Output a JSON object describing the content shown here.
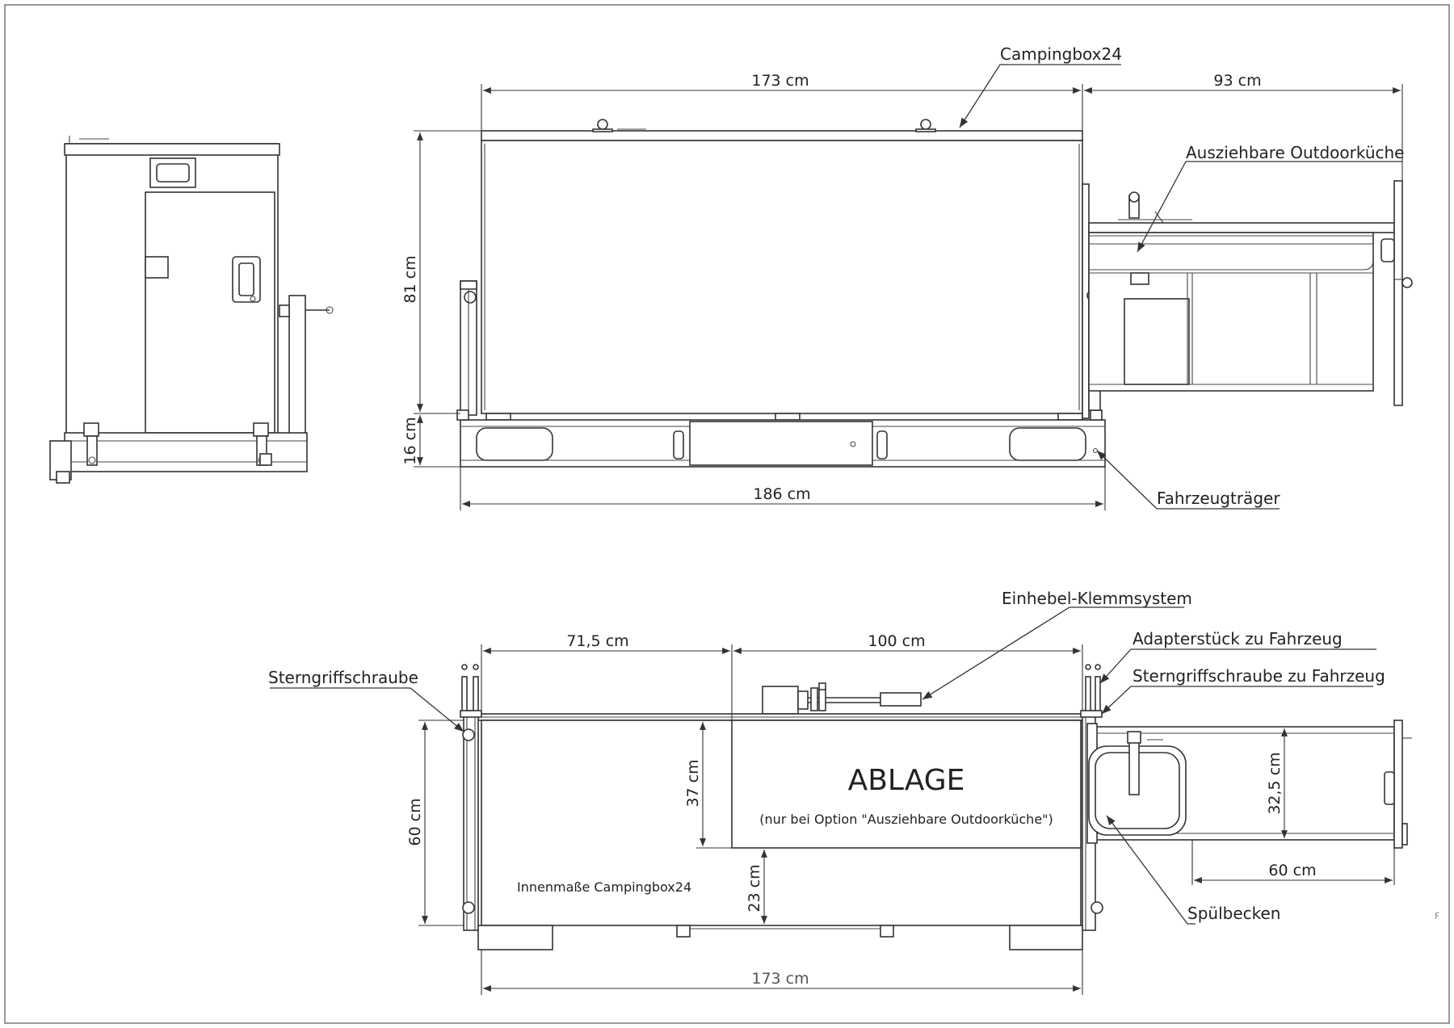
{
  "labels": {
    "campingbox": "Campingbox24",
    "kitchen": "Ausziehbare Outdoorküche",
    "vehicle_carrier": "Fahrzeugträger",
    "clamp_system": "Einhebel-Klemmsystem",
    "adapter": "Adapterstück zu Fahrzeug",
    "star_screw": "Sterngriffschraube",
    "star_screw_vehicle": "Sterngriffschraube zu Fahrzeug",
    "sink": "Spülbecken",
    "storage_title": "ABLAGE",
    "storage_note": "(nur bei Option \"Ausziehbare Outdoorküche\")",
    "inner_dims": "Innenmaße Campingbox24",
    "corner_mark": "F"
  },
  "dimensions": {
    "front_width": "173 cm",
    "kitchen_extension": "93  cm",
    "box_height": "81 cm",
    "carrier_height": "16 cm",
    "carrier_width": "186 cm",
    "left_section": "71,5 cm",
    "storage_width": "100 cm",
    "depth": "60 cm",
    "storage_depth": "37 cm",
    "gap_depth": "23 cm",
    "sink_depth": "32,5 cm",
    "kitchen_depth": "60 cm",
    "inner_length": "173 cm"
  }
}
